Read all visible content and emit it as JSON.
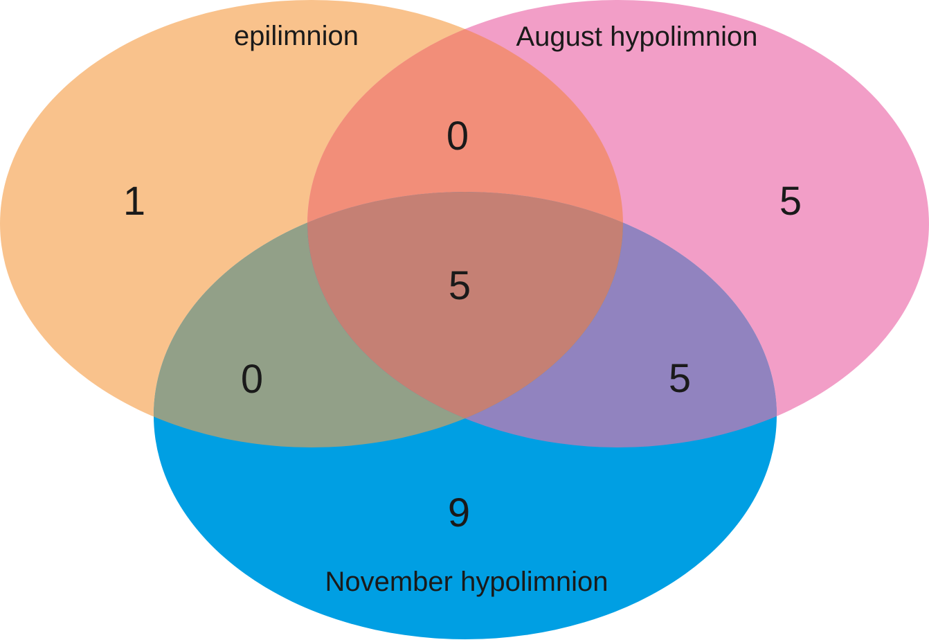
{
  "diagram": {
    "type": "venn",
    "sets": [
      {
        "id": "epilimnion",
        "label": "epilimnion",
        "color": "#F9C28C"
      },
      {
        "id": "august",
        "label": "August hypolimnion",
        "color": "#F29EC7"
      },
      {
        "id": "november",
        "label": "November hypolimnion",
        "color": "#009FE3"
      }
    ],
    "overlap_colors": {
      "epilimnion_august": "#F28E79",
      "epilimnion_november": "#92A088",
      "august_november": "#9183BF",
      "all_three": "#C58074"
    },
    "regions": {
      "epilimnion_only": "1",
      "august_only": "5",
      "november_only": "9",
      "epilimnion_august": "0",
      "epilimnion_november": "0",
      "august_november": "5",
      "all_three": "5"
    }
  }
}
